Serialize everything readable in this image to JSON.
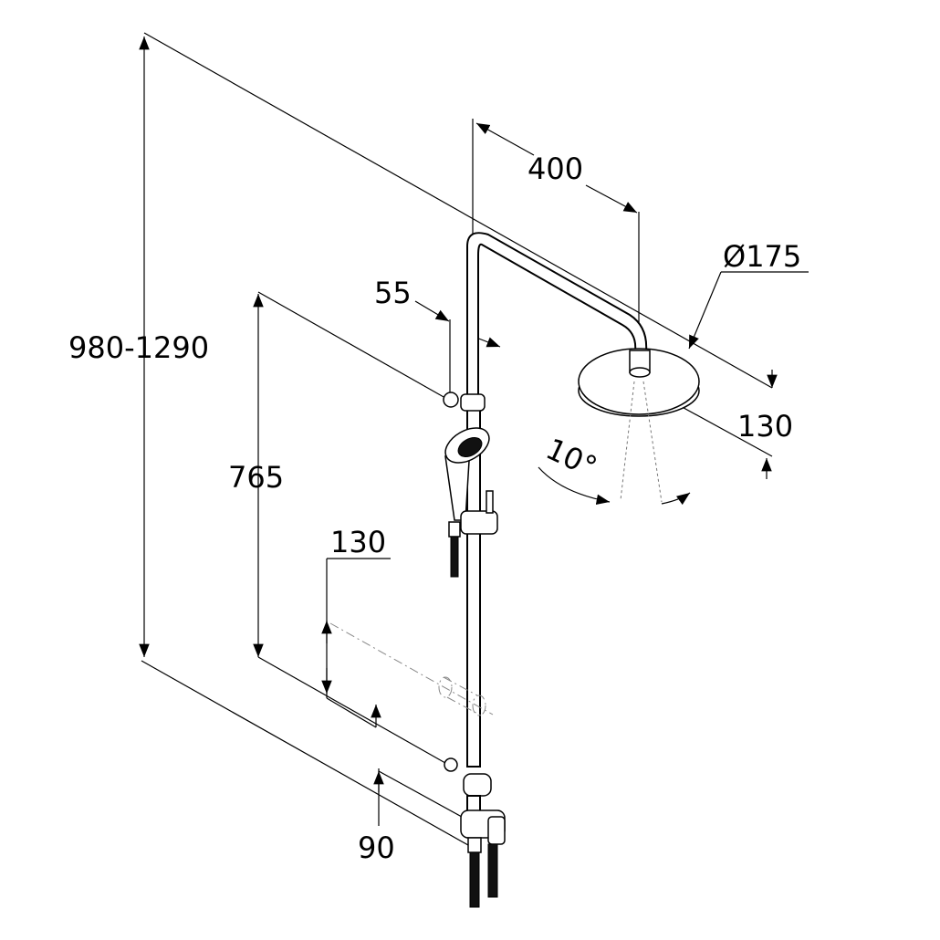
{
  "dimensions": {
    "total_height": "980-1290",
    "arm_length": "400",
    "head_diameter": "Ø175",
    "head_offset": "130",
    "hand_shower_height": "765",
    "holder_offset": "55",
    "wall_offset": "130",
    "bottom_offset": "90",
    "tilt_angle": "10°"
  },
  "colors": {
    "line": "#000000",
    "background": "#ffffff",
    "phantom": "#888888"
  }
}
